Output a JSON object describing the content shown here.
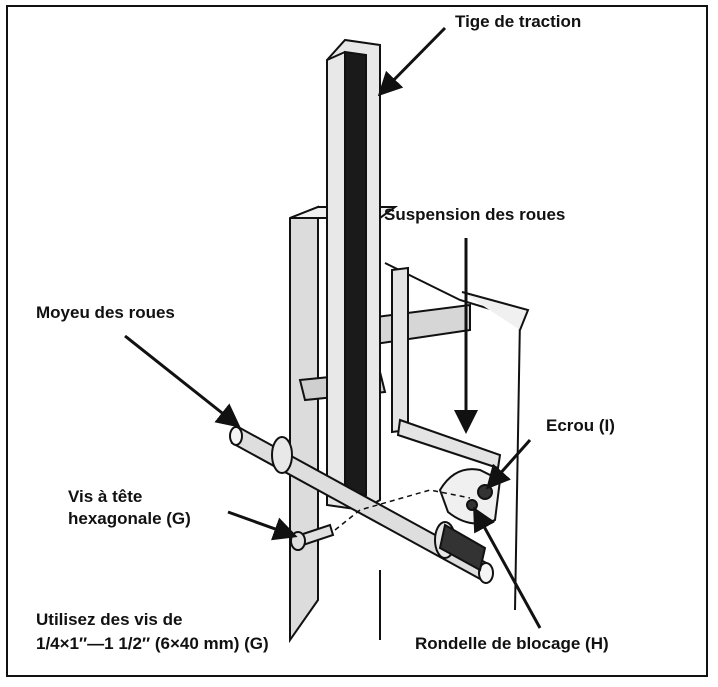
{
  "labels": {
    "pull_rod": "Tige de traction",
    "wheel_suspension": "Suspension des roues",
    "wheel_hub": "Moyeu des roues",
    "nut": "Ecrou (I)",
    "hex_screw_line1": "Vis à tête",
    "hex_screw_line2": "hexagonale (G)",
    "note_line1": "Utilisez des vis de",
    "note_line2": "1/4×1″—1 1/2″ (6×40 mm) (G)",
    "lock_washer": "Rondelle de blocage (H)"
  },
  "colors": {
    "ink": "#111111",
    "metal_light": "#e8e8e8",
    "metal_mid": "#c8c8c8",
    "slot_dark": "#1a1a1a"
  }
}
